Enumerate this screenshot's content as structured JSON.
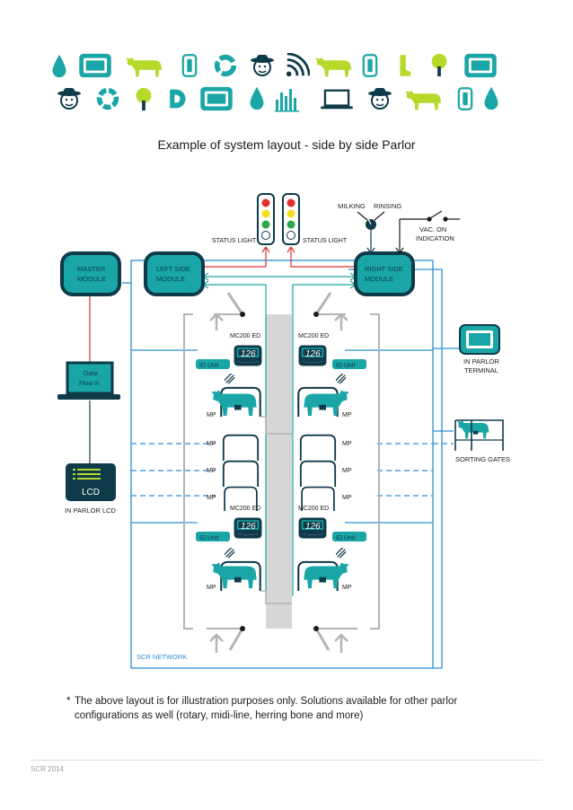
{
  "title": "Example of system layout -  side by side Parlor",
  "modules": {
    "master": [
      "MASTER",
      "MODULE"
    ],
    "left_side": [
      "LEFT SIDE",
      "MODULE"
    ],
    "right_side": [
      "RIGHT SIDE",
      "MODULE"
    ]
  },
  "status_light_left": "STATUS LIGHT",
  "status_light_right": "STATUS LIGHT",
  "milking": "MILKING",
  "rinsing": "RINSING",
  "vac_on_indication": [
    "VAC. ON",
    "INDICATION"
  ],
  "data_flow": [
    "Data",
    "Flow II"
  ],
  "lcd_label": "LCD",
  "in_parlor_lcd": "IN PARLOR LCD",
  "in_parlor_terminal": [
    "IN PARLOR",
    "TERMINAL"
  ],
  "sorting_gates": "SORTING GATES",
  "scr_network": "SCR NETWORK",
  "device_name": "MC200 ED",
  "display_value": "126",
  "id_unit": "ID Unit",
  "mp": "MP",
  "footnote": {
    "star": "*",
    "line1": "The above layout is for illustration purposes only. Solutions available for other parlor",
    "line2": "configurations as well (rotary, midi-line, herring bone and more)"
  },
  "footer": "SCR 2014",
  "colors": {
    "teal": "#1aa6a6",
    "navy": "#0e3a4a",
    "lime": "#b7d92a",
    "network_blue": "#2a8fd6",
    "red_line": "#e03030",
    "gray": "#b4b4b4"
  },
  "icon_rows": [
    [
      "water-drop-icon",
      "terminal-icon",
      "cow-icon",
      "tag-icon",
      "pie-icon",
      "farmer-icon",
      "wifi-icon",
      "cow-icon",
      "tag-icon",
      "boot-icon",
      "tree-icon",
      "terminal-icon"
    ],
    [
      "farmer-icon",
      "ring-icon",
      "tree-icon",
      "d-logo-icon",
      "terminal-icon",
      "water-drop-icon",
      "bar-chart-icon",
      "laptop-icon",
      "farmer-icon",
      "cow-icon",
      "tag-icon",
      "water-drop-icon"
    ]
  ]
}
